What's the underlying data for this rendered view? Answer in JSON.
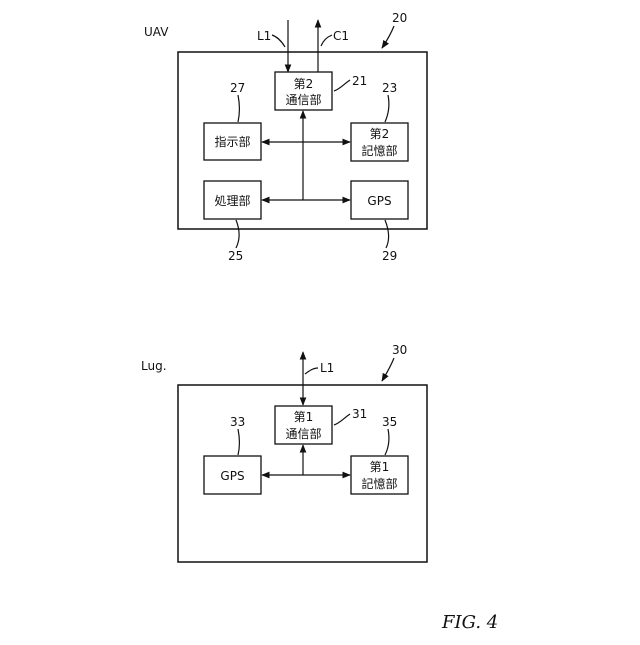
{
  "figure": {
    "caption": "FIG. 4"
  },
  "uav": {
    "label": "UAV",
    "ref": "20",
    "signal_in": "L1",
    "signal_out": "C1",
    "comm": {
      "line1": "第2",
      "line2": "通信部",
      "ref": "21"
    },
    "instruction": {
      "label": "指示部",
      "ref": "27"
    },
    "storage": {
      "line1": "第2",
      "line2": "記憶部",
      "ref": "23"
    },
    "processing": {
      "label": "処理部",
      "ref": "25"
    },
    "gps": {
      "label": "GPS",
      "ref": "29"
    }
  },
  "luggage": {
    "label": "Lug.",
    "ref": "30",
    "signal": "L1",
    "comm": {
      "line1": "第1",
      "line2": "通信部",
      "ref": "31"
    },
    "gps": {
      "label": "GPS",
      "ref": "33"
    },
    "storage": {
      "line1": "第1",
      "line2": "記憶部",
      "ref": "35"
    }
  }
}
